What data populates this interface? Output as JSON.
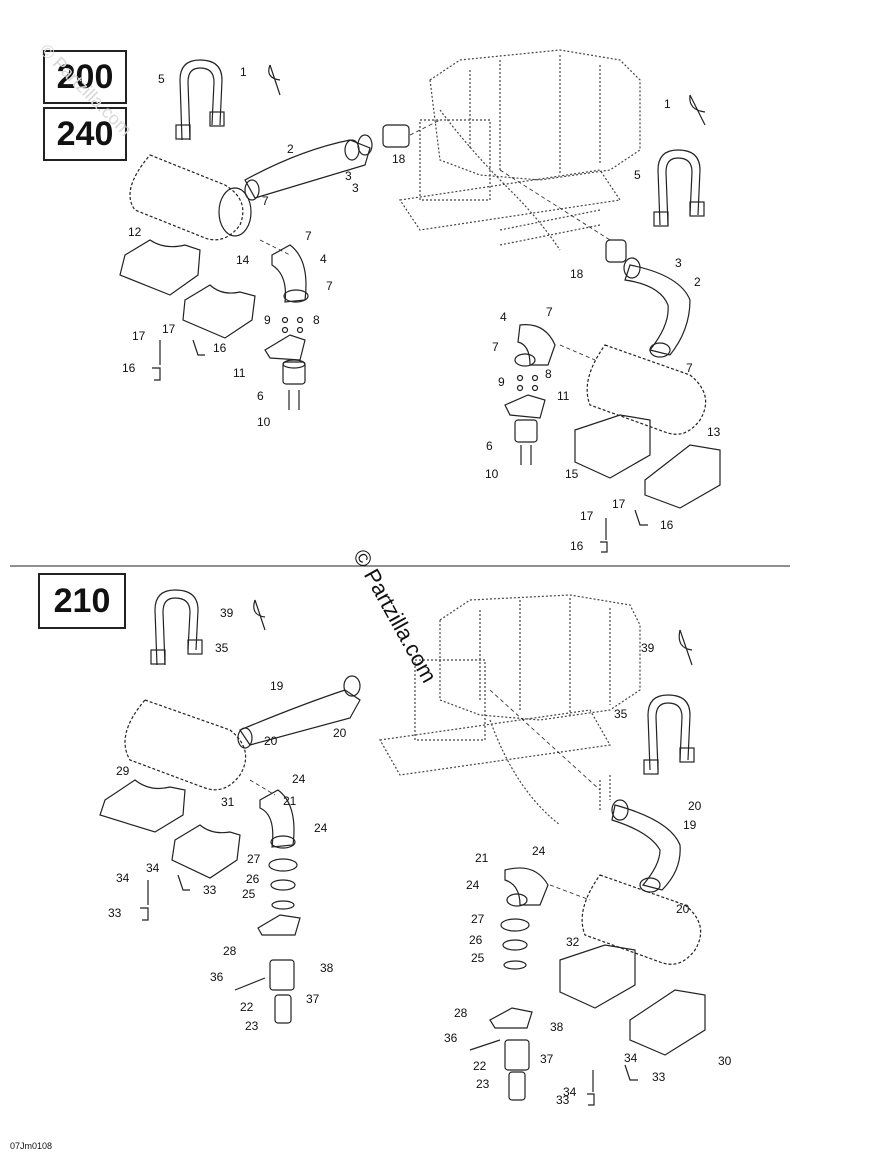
{
  "model_boxes": {
    "top_a": "200",
    "top_b": "240",
    "bottom": "210"
  },
  "drawing_code": "07Jm0108",
  "watermark_main": "© Partzilla.com",
  "watermark_faint": "© Partzilla.com",
  "callouts_top_left": [
    "1",
    "5",
    "2",
    "3",
    "3",
    "18",
    "7",
    "12",
    "14",
    "7",
    "4",
    "7",
    "9",
    "8",
    "17",
    "17",
    "16",
    "16",
    "11",
    "6",
    "10"
  ],
  "callouts_top_right": [
    "1",
    "5",
    "18",
    "3",
    "2",
    "4",
    "7",
    "7",
    "7",
    "9",
    "8",
    "11",
    "6",
    "10",
    "13",
    "15",
    "17",
    "17",
    "16",
    "16"
  ],
  "callouts_bottom_left": [
    "39",
    "35",
    "19",
    "20",
    "20",
    "29",
    "24",
    "21",
    "31",
    "24",
    "27",
    "26",
    "25",
    "34",
    "34",
    "33",
    "33",
    "28",
    "36",
    "38",
    "37",
    "22",
    "23"
  ],
  "callouts_bottom_right": [
    "39",
    "35",
    "20",
    "19",
    "21",
    "24",
    "24",
    "27",
    "26",
    "25",
    "20",
    "32",
    "28",
    "38",
    "36",
    "37",
    "22",
    "23",
    "30",
    "34",
    "34",
    "33",
    "33"
  ]
}
